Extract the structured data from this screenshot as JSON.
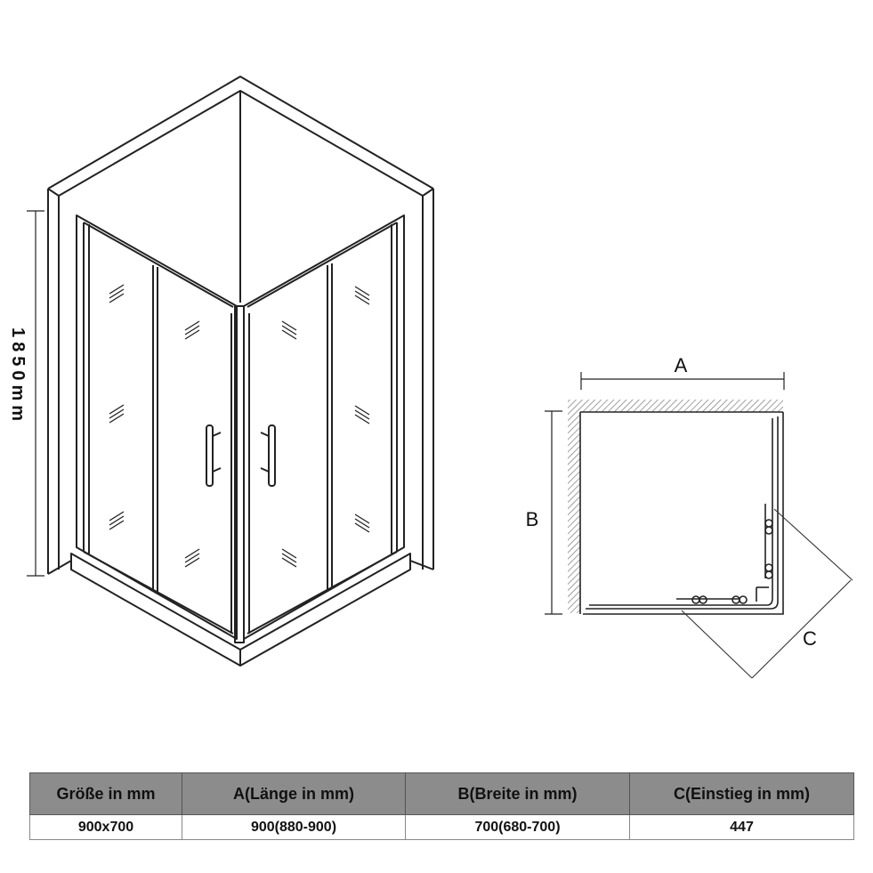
{
  "iso": {
    "height_label": "1850mm"
  },
  "plan": {
    "label_a": "A",
    "label_b": "B",
    "label_c": "C"
  },
  "table": {
    "headers": [
      "Größe in mm",
      "A(Länge in mm)",
      "B(Breite in mm)",
      "C(Einstieg in mm)"
    ],
    "rows": [
      [
        "900x700",
        "900(880-900)",
        "700(680-700)",
        "447"
      ]
    ]
  }
}
